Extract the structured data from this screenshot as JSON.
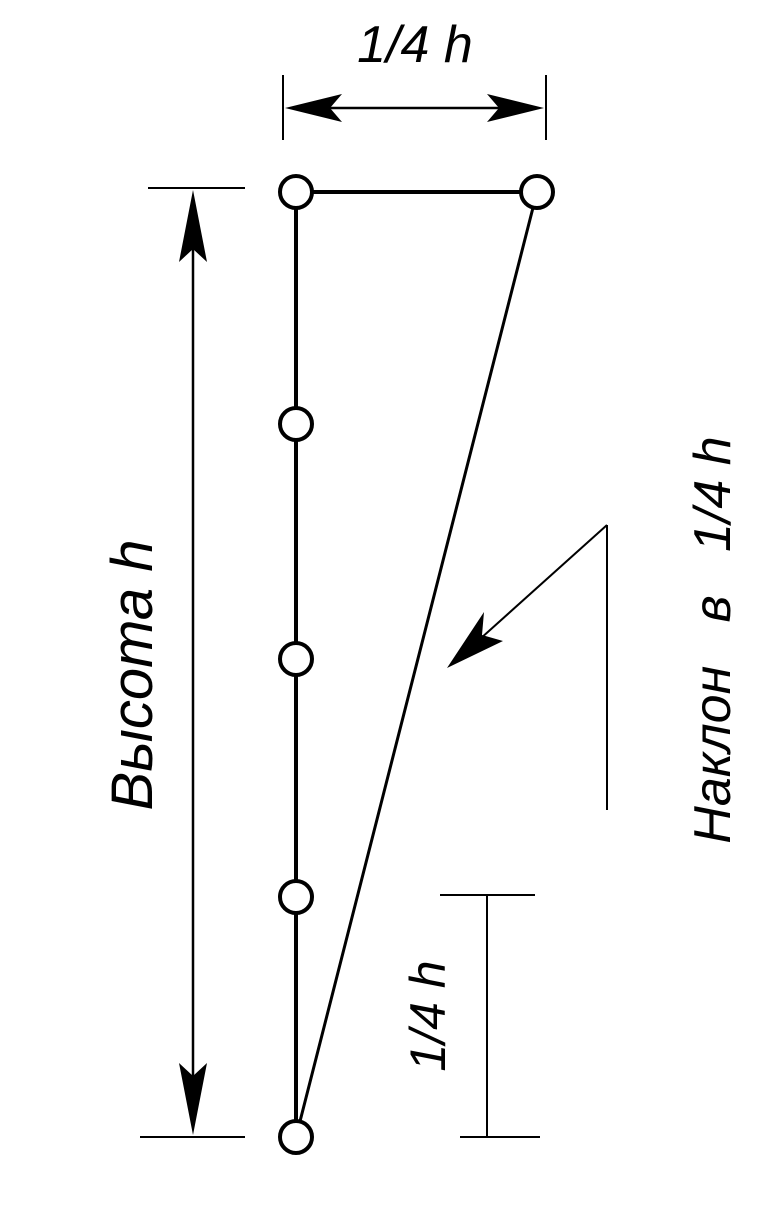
{
  "diagram": {
    "top_width_label": "1/4 h",
    "height_label": "Высота  h",
    "bottom_segment_label": "1/4 h",
    "slope_label": "Наклон   в   1/4 h"
  },
  "colors": {
    "line": "#000000",
    "background": "#ffffff"
  }
}
